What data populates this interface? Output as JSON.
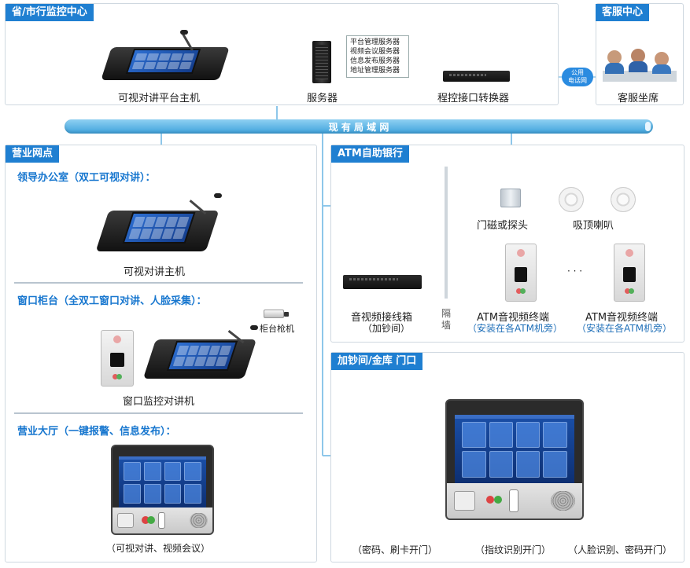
{
  "sections": {
    "monitor_center": "省/市行监控中心",
    "service_center": "客服中心",
    "branch": "营业网点",
    "atm_bank": "ATM自助银行",
    "vault": "加钞间/金库  门口"
  },
  "top": {
    "console_label": "可视对讲平台主机",
    "server_label": "服务器",
    "servers": [
      "平台管理服务器",
      "视频会议服务器",
      "信息发布服务器",
      "地址管理服务器"
    ],
    "converter_label": "程控接口转换器",
    "phone_net_line1": "公用",
    "phone_net_line2": "电话网",
    "agent_label": "客服坐席"
  },
  "lan_label": "现 有 局 域 网",
  "branch": {
    "office_title": "领导办公室（双工可视对讲）：",
    "office_device": "可视对讲主机",
    "window_title": "窗口柜台（全双工窗口对讲、人脸采集）：",
    "camera_label": "柜台枪机",
    "window_device": "窗口监控对讲机",
    "hall_title": "营业大厅（一键报警、信息发布）：",
    "hall_caption": "（可视对讲、视频会议）"
  },
  "atm": {
    "door_sensor": "门磁或探头",
    "ceiling_speaker": "吸顶喇叭",
    "wiring_box": "音视频接线箱",
    "wiring_box_sub": "（加钞间）",
    "partition_1": "隔",
    "partition_2": "墙",
    "ellipsis": "· · ·",
    "terminal1": "ATM音视频终端",
    "terminal1_sub": "（安装在各ATM机旁）",
    "terminal2": "ATM音视频终端",
    "terminal2_sub": "（安装在各ATM机旁）"
  },
  "vault": {
    "caption_left": "（密码、刷卡开门）",
    "caption_mid": "（指纹识别开门）",
    "caption_right": "（人脸识别、密码开门）"
  },
  "colors": {
    "accent": "#1f7fd1",
    "lan_bar": "#5fb8e8",
    "line": "#8ec7ea"
  }
}
